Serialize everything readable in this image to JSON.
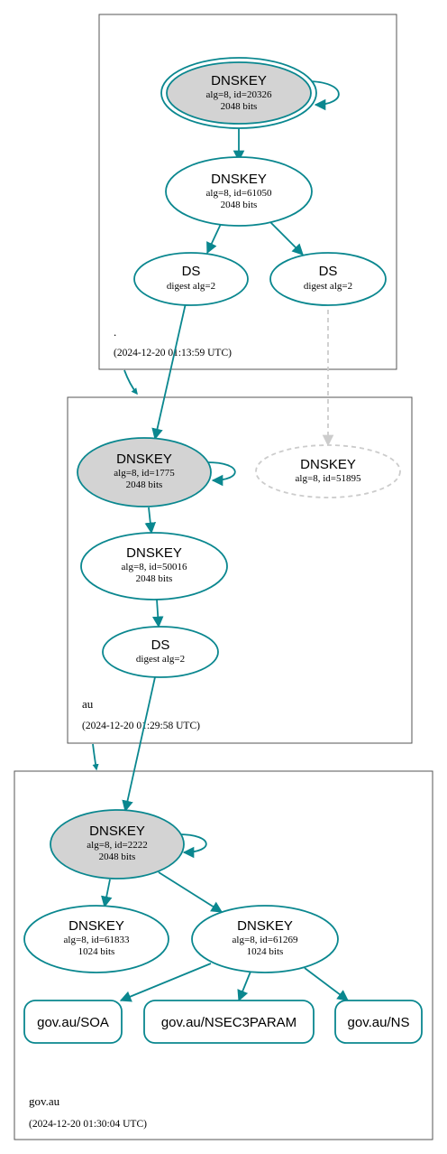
{
  "zones": [
    {
      "label": ".",
      "timestamp": "(2024-12-20 01:13:59 UTC)"
    },
    {
      "label": "au",
      "timestamp": "(2024-12-20 01:29:58 UTC)"
    },
    {
      "label": "gov.au",
      "timestamp": "(2024-12-20 01:30:04 UTC)"
    }
  ],
  "nodes": {
    "root_ksk": {
      "title": "DNSKEY",
      "line1": "alg=8, id=20326",
      "line2": "2048 bits"
    },
    "root_zsk": {
      "title": "DNSKEY",
      "line1": "alg=8, id=61050",
      "line2": "2048 bits"
    },
    "root_ds1": {
      "title": "DS",
      "line1": "digest alg=2"
    },
    "root_ds2": {
      "title": "DS",
      "line1": "digest alg=2"
    },
    "au_ksk": {
      "title": "DNSKEY",
      "line1": "alg=8, id=1775",
      "line2": "2048 bits"
    },
    "au_missing": {
      "title": "DNSKEY",
      "line1": "alg=8, id=51895"
    },
    "au_zsk": {
      "title": "DNSKEY",
      "line1": "alg=8, id=50016",
      "line2": "2048 bits"
    },
    "au_ds": {
      "title": "DS",
      "line1": "digest alg=2"
    },
    "gov_ksk": {
      "title": "DNSKEY",
      "line1": "alg=8, id=2222",
      "line2": "2048 bits"
    },
    "gov_zsk1": {
      "title": "DNSKEY",
      "line1": "alg=8, id=61833",
      "line2": "1024 bits"
    },
    "gov_zsk2": {
      "title": "DNSKEY",
      "line1": "alg=8, id=61269",
      "line2": "1024 bits"
    },
    "gov_soa": {
      "title": "gov.au/SOA"
    },
    "gov_nsec3param": {
      "title": "gov.au/NSEC3PARAM"
    },
    "gov_ns": {
      "title": "gov.au/NS"
    }
  },
  "colors": {
    "edge": "#0a878f",
    "ksk_fill": "#d3d3d3",
    "missing": "#cccccc"
  }
}
